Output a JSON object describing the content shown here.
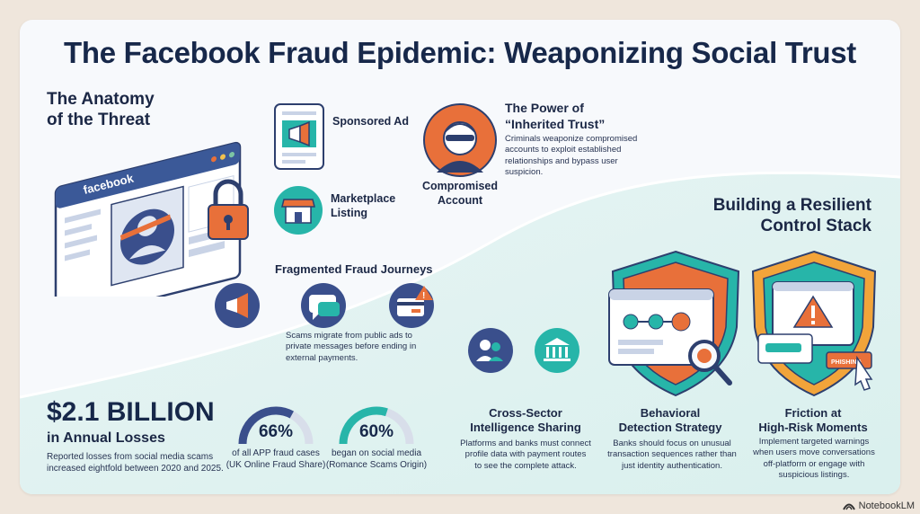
{
  "title": "The Facebook Fraud Epidemic: Weaponizing Social Trust",
  "anatomy": {
    "heading_line1": "The Anatomy",
    "heading_line2": "of the Threat",
    "browser_logo": "facebook"
  },
  "channels": {
    "sponsored_ad": "Sponsored Ad",
    "marketplace_line1": "Marketplace",
    "marketplace_line2": "Listing"
  },
  "compromised": {
    "label_line1": "Compromised",
    "label_line2": "Account"
  },
  "inherited_trust": {
    "heading_line1": "The Power of",
    "heading_line2": "“Inherited Trust”",
    "desc_line1": "Criminals weaponize compromised",
    "desc_line2": "accounts to exploit established",
    "desc_line3": "relationships and bypass user",
    "desc_line4": "suspicion."
  },
  "journeys": {
    "heading": "Fragmented Fraud Journeys",
    "desc_line1": "Scams migrate from public ads to",
    "desc_line2": "private messages before ending in",
    "desc_line3": "external payments."
  },
  "control": {
    "heading_line1": "Building a Resilient",
    "heading_line2": "Control Stack",
    "phishing_label": "PHISHING"
  },
  "stats": {
    "losses_value": "$2.1 BILLION",
    "losses_label": "in Annual Losses",
    "losses_desc_line1": "Reported losses from social media scams",
    "losses_desc_line2": "increased eightfold between 2020 and 2025.",
    "gauge1": {
      "value": "66%",
      "fraction": 0.66,
      "desc_line1": "of all APP fraud cases",
      "desc_line2": "(UK Online Fraud Share)",
      "color": "#3a4f8c"
    },
    "gauge2": {
      "value": "60%",
      "fraction": 0.6,
      "desc_line1": "began on social media",
      "desc_line2": "(Romance Scams Origin)",
      "color": "#27b5a9"
    }
  },
  "strategies": {
    "sharing": {
      "heading_line1": "Cross-Sector",
      "heading_line2": "Intelligence Sharing",
      "desc_line1": "Platforms and banks must connect",
      "desc_line2": "profile data with payment routes",
      "desc_line3": "to see the complete attack."
    },
    "behavioral": {
      "heading_line1": "Behavioral",
      "heading_line2": "Detection Strategy",
      "desc_line1": "Banks should focus on unusual",
      "desc_line2": "transaction sequences rather than",
      "desc_line3": "just identity authentication."
    },
    "friction": {
      "heading_line1": "Friction at",
      "heading_line2": "High-Risk Moments",
      "desc_line1": "Implement targeted warnings",
      "desc_line2": "when users move conversations",
      "desc_line3": "off-platform or engage with",
      "desc_line4": "suspicious listings."
    }
  },
  "footer": {
    "brand": "NotebookLM"
  },
  "colors": {
    "navy": "#1b2745",
    "blue": "#3a4f8c",
    "teal": "#27b5a9",
    "orange": "#e8703a"
  }
}
